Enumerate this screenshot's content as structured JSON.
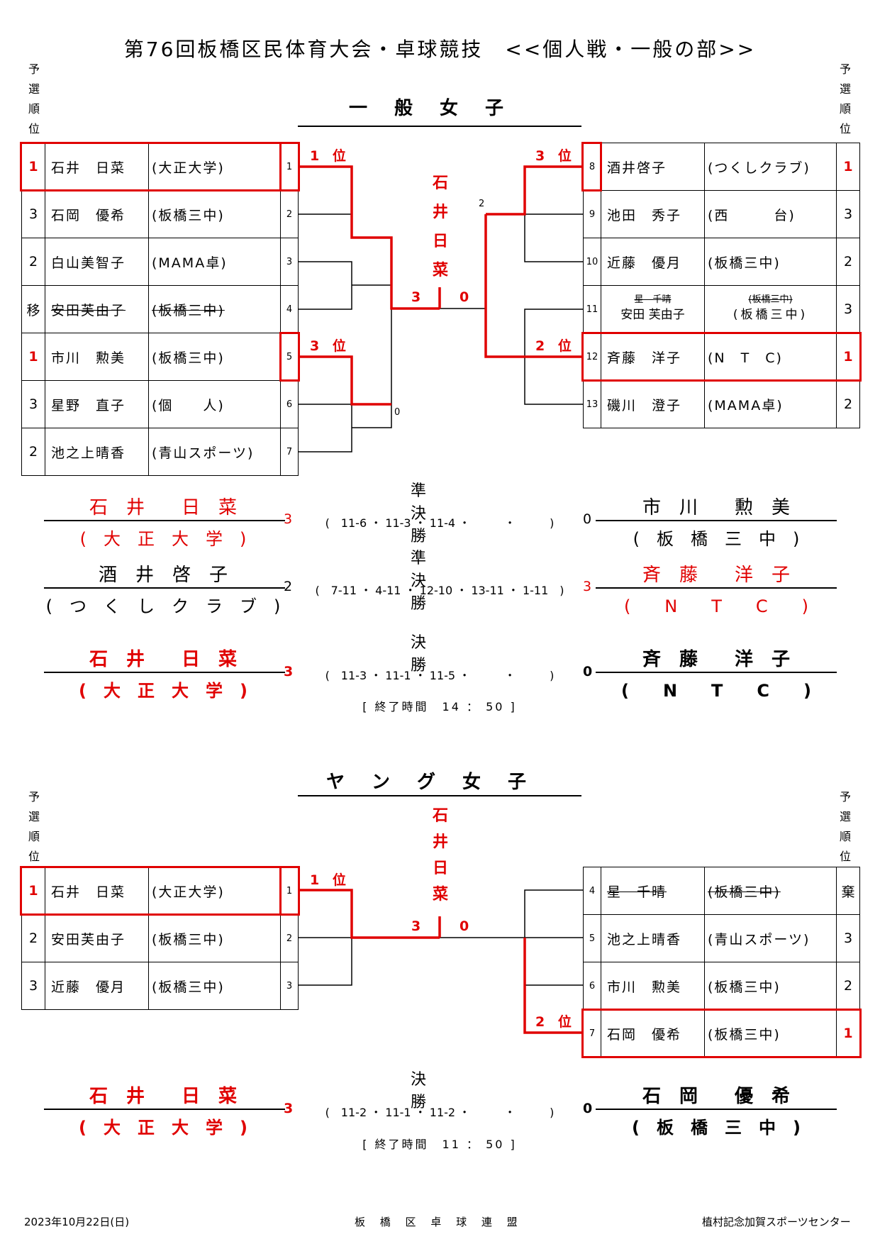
{
  "title": "第76回板橋区民体育大会・卓球競技　<<個人戦・一般の部>>",
  "rank_label_chars": [
    "予",
    "選",
    "順",
    "位"
  ],
  "general": {
    "heading": "一般女子",
    "champion_chars": [
      "石",
      "井",
      "日",
      "菜"
    ],
    "final_scores": {
      "left": "3",
      "right": "0"
    },
    "left_entries": [
      {
        "rank": "1",
        "name": "石井　日菜",
        "club": "(大正大学)",
        "num": "1"
      },
      {
        "rank": "3",
        "name": "石岡　優希",
        "club": "(板橋三中)",
        "num": "2"
      },
      {
        "rank": "2",
        "name": "白山美智子",
        "club": "(MAMA卓)",
        "num": "3"
      },
      {
        "rank": "移",
        "name": "安田芙由子",
        "club": "(板橋三中)",
        "num": "4"
      },
      {
        "rank": "1",
        "name": "市川　勲美",
        "club": "(板橋三中)",
        "num": "5"
      },
      {
        "rank": "3",
        "name": "星野　直子",
        "club": "(個　　人)",
        "num": "6"
      },
      {
        "rank": "2",
        "name": "池之上晴香",
        "club": "(青山スポーツ)",
        "num": "7"
      }
    ],
    "right_entries": [
      {
        "num": "8",
        "name": "酒井啓子",
        "club": "(つくしクラブ)",
        "rank": "1"
      },
      {
        "num": "9",
        "name": "池田　秀子",
        "club": "(西　　　台)",
        "rank": "3"
      },
      {
        "num": "10",
        "name": "近藤　優月",
        "club": "(板橋三中)",
        "rank": "2"
      },
      {
        "num": "11",
        "name": "星　千晴",
        "club": "(板橋三中)",
        "name2": "安田 芙由子",
        "club2": "(板橋三中)",
        "rank": "3"
      },
      {
        "num": "12",
        "name": "斉藤　洋子",
        "club": "(N　T　C)",
        "rank": "1"
      },
      {
        "num": "13",
        "name": "磯川　澄子",
        "club": "(MAMA卓)",
        "rank": "2"
      }
    ],
    "place_labels": {
      "left_top": "1 位",
      "left_bottom": "3 位",
      "right_top": "3 位",
      "right_bottom": "2 位"
    },
    "small_scores": {
      "right_semi": "2",
      "left_semi": "0"
    },
    "semi1": {
      "label": "準　　決　　勝",
      "left_name": "石　井　　日　菜",
      "left_club": "(　大　正　大　学　)",
      "left_score": "3",
      "scores": "(　11-6 ・ 11-3 ・ 11-4 ・　　　・　　　)",
      "right_score": "0",
      "right_name": "市　川　　勲　美",
      "right_club": "(　板　橋　三　中　)"
    },
    "semi2": {
      "label": "準　　決　　勝",
      "left_name": "酒　井　啓　子",
      "left_club": "(　つ　く　し　ク　ラ　ブ　)",
      "left_score": "2",
      "scores": "(　7-11 ・ 4-11 ・ 12-10 ・ 13-11 ・ 1-11　)",
      "right_score": "3",
      "right_name": "斉　藤　　洋　子",
      "right_club": "(　　N　　T　　C　　)"
    },
    "final": {
      "label": "決　　　　勝",
      "left_name": "石　井　　日　菜",
      "left_club": "(　大　正　大　学　)",
      "left_score": "3",
      "scores": "(　11-3 ・ 11-1 ・ 11-5 ・　　　・　　　)",
      "right_score": "0",
      "right_name": "斉　藤　　洋　子",
      "right_club": "(　　N　　T　　C　　)",
      "end_time": "[ 終了時間　14 ： 50 ]"
    }
  },
  "young": {
    "heading": "ヤング女子",
    "champion_chars": [
      "石",
      "井",
      "日",
      "菜"
    ],
    "final_scores": {
      "left": "3",
      "right": "0"
    },
    "left_entries": [
      {
        "rank": "1",
        "name": "石井　日菜",
        "club": "(大正大学)",
        "num": "1"
      },
      {
        "rank": "2",
        "name": "安田芙由子",
        "club": "(板橋三中)",
        "num": "2"
      },
      {
        "rank": "3",
        "name": "近藤　優月",
        "club": "(板橋三中)",
        "num": "3"
      }
    ],
    "right_entries": [
      {
        "num": "4",
        "name": "星　千晴",
        "club": "(板橋三中)",
        "rank": "棄"
      },
      {
        "num": "5",
        "name": "池之上晴香",
        "club": "(青山スポーツ)",
        "rank": "3"
      },
      {
        "num": "6",
        "name": "市川　勲美",
        "club": "(板橋三中)",
        "rank": "2"
      },
      {
        "num": "7",
        "name": "石岡　優希",
        "club": "(板橋三中)",
        "rank": "1"
      }
    ],
    "place_labels": {
      "left_top": "1 位",
      "right_bottom": "2 位"
    },
    "final": {
      "label": "決　　　　勝",
      "left_name": "石　井　　日　菜",
      "left_club": "(　大　正　大　学　)",
      "left_score": "3",
      "scores": "(　11-2 ・ 11-1 ・ 11-2 ・　　　・　　　)",
      "right_score": "0",
      "right_name": "石　岡　　優　希",
      "right_club": "(　板　橋　三　中　)",
      "end_time": "[ 終了時間　11 ： 50 ]"
    }
  },
  "footer": {
    "date": "2023年10月22日(日)",
    "org": "板 橋 区 卓 球 連 盟",
    "venue": "植村記念加賀スポーツセンター"
  }
}
